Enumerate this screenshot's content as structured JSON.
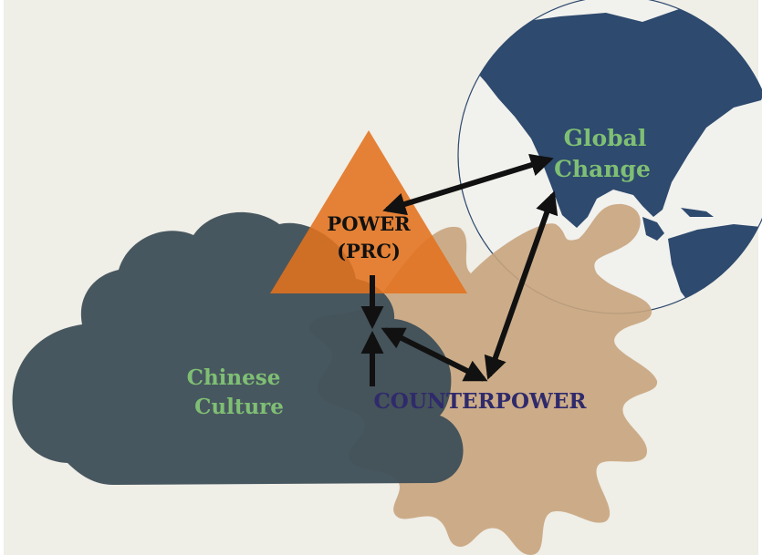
{
  "labels": {
    "power_line1": "POWER",
    "power_line2": "(PRC)",
    "global_line1": "Global",
    "global_line2": "Change",
    "culture_line1": "Chinese",
    "culture_line2": "Culture",
    "counterpower": "COUNTERPOWER"
  },
  "colors": {
    "background": "#efeee7",
    "cloud": "#3d4e57",
    "splat": "#c8a47d",
    "triangle": "#e3721e",
    "globe_land": "#2e4a6e",
    "green_text": "#7fbf74",
    "counterpower_text": "#2f2a6b",
    "arrows": "#111111"
  }
}
